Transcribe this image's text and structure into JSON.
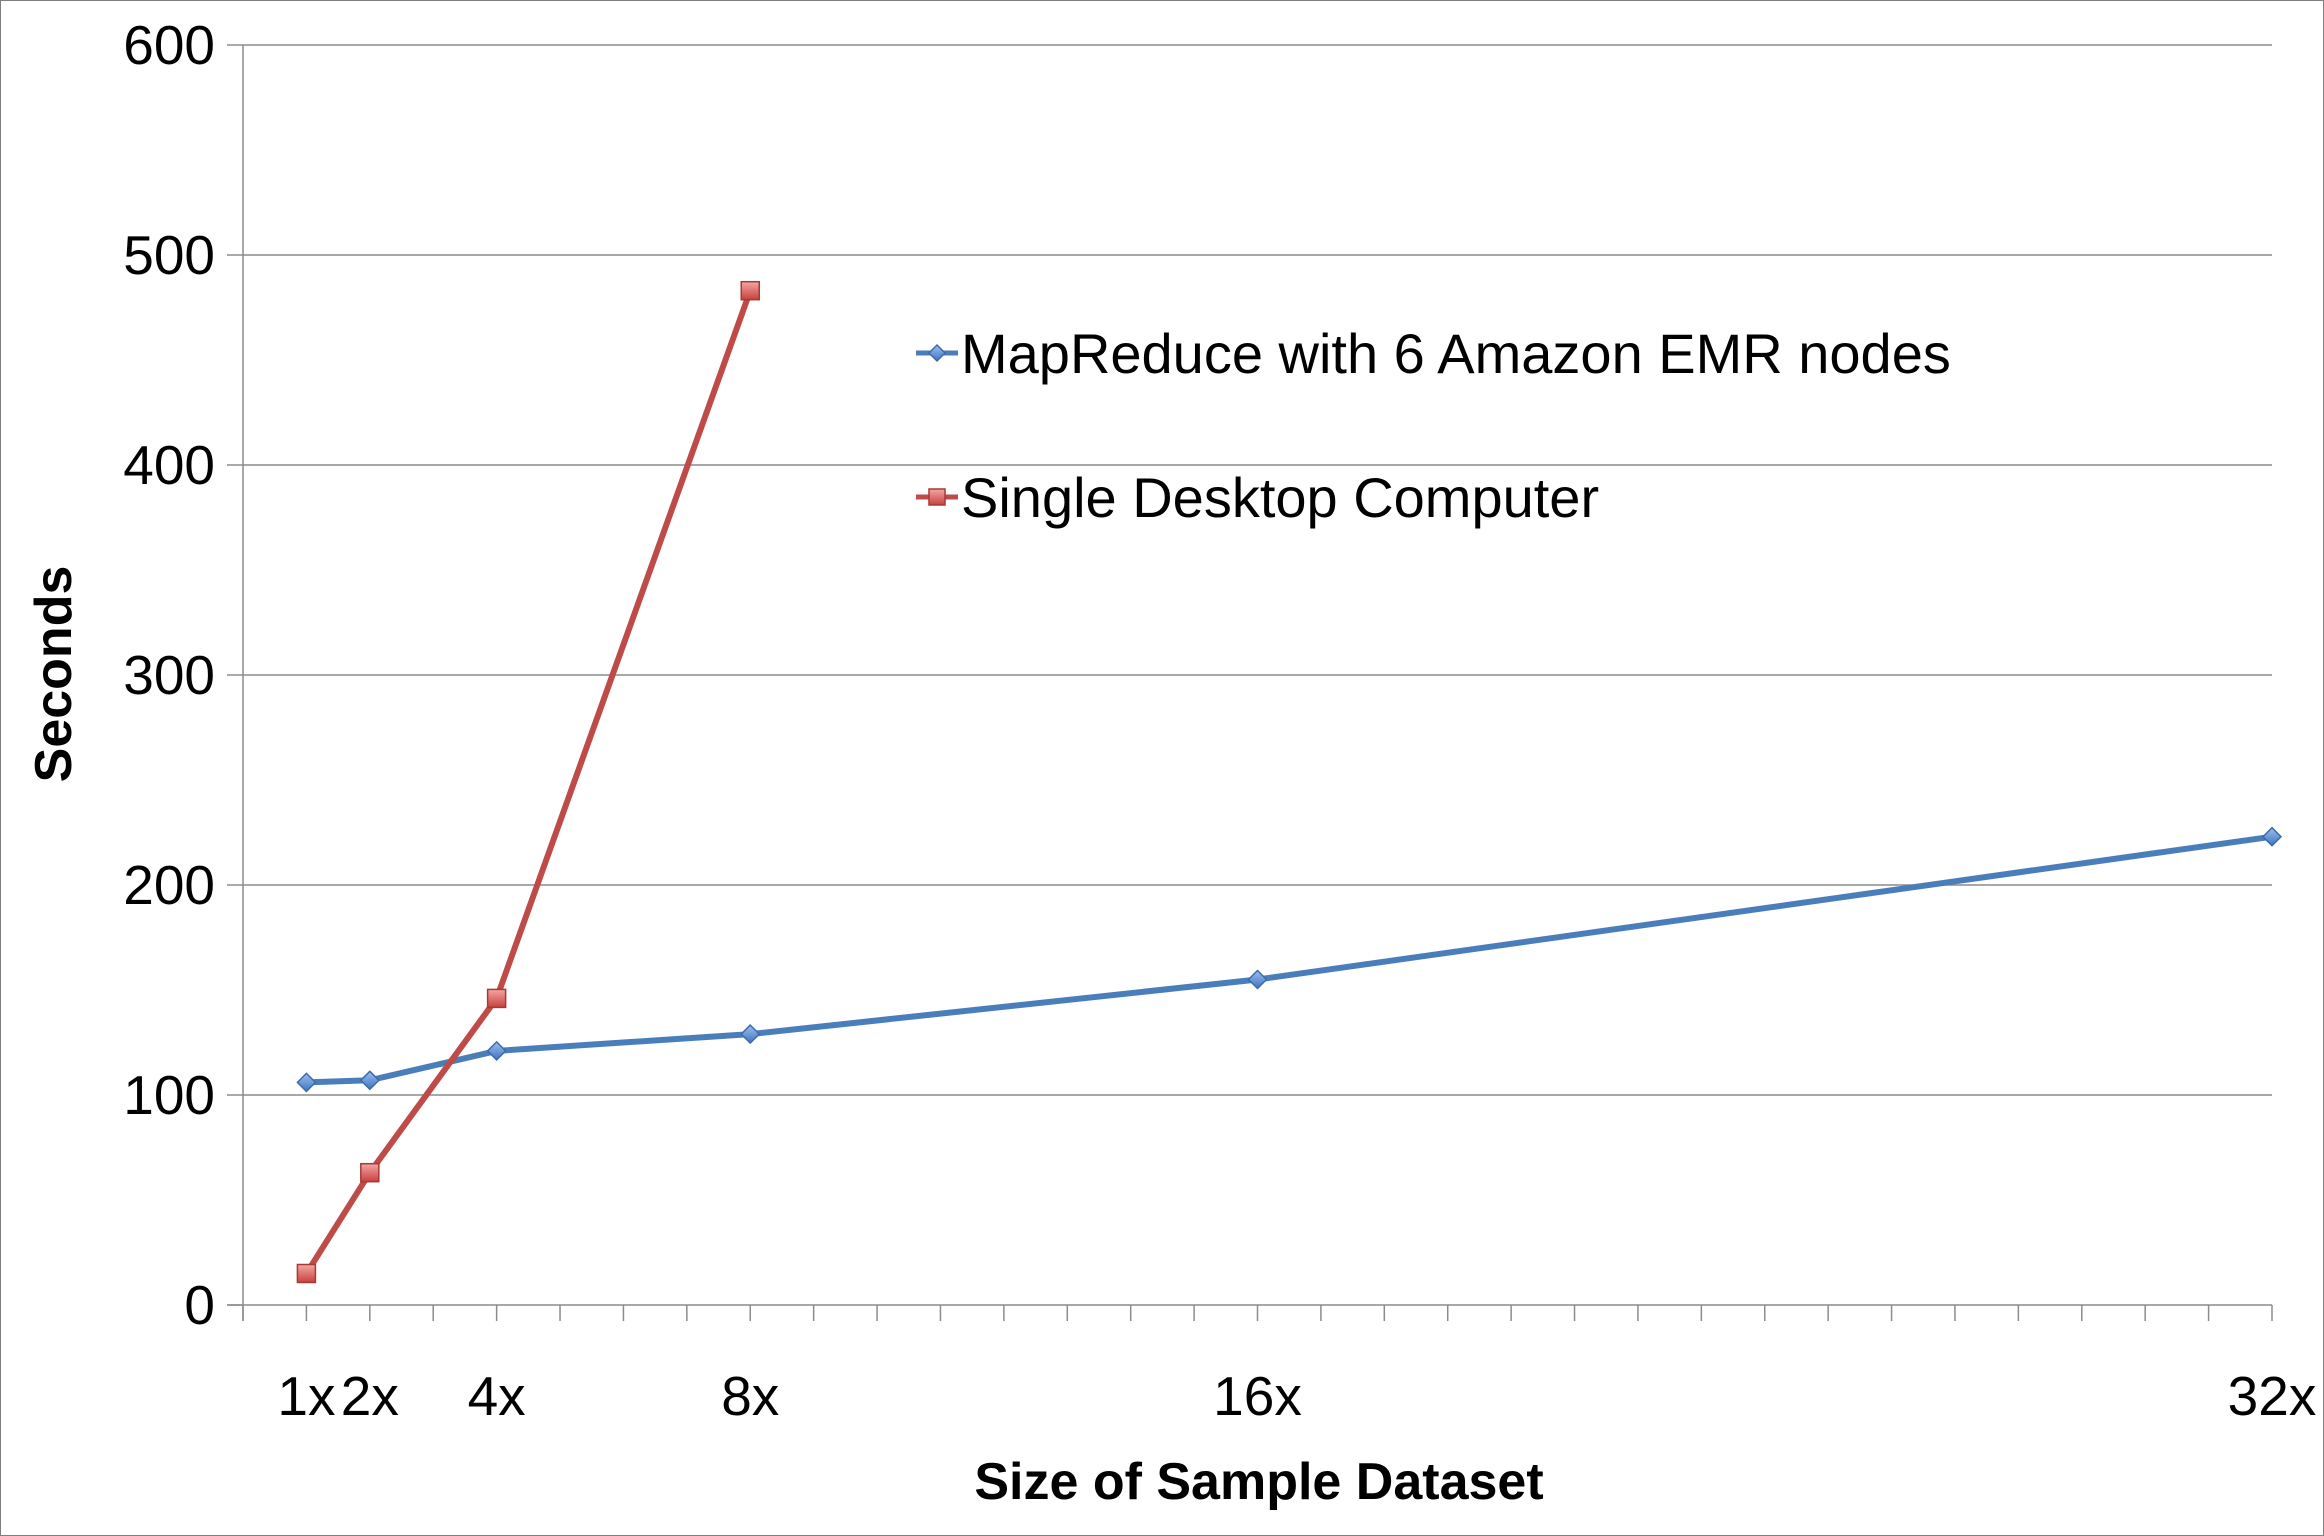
{
  "chart_data": {
    "type": "line",
    "title": "",
    "xlabel": "Size of Sample Dataset",
    "ylabel": "Seconds",
    "xlim": [
      0,
      32
    ],
    "ylim": [
      0,
      600
    ],
    "y_ticks": [
      0,
      100,
      200,
      300,
      400,
      500,
      600
    ],
    "x_tick_labels": [
      {
        "x": 1,
        "label": "1x"
      },
      {
        "x": 2,
        "label": "2x"
      },
      {
        "x": 4,
        "label": "4x"
      },
      {
        "x": 8,
        "label": "8x"
      },
      {
        "x": 16,
        "label": "16x"
      },
      {
        "x": 32,
        "label": "32x"
      }
    ],
    "grid": true,
    "legend_position": "top-center",
    "series": [
      {
        "name": "MapReduce with 6 Amazon EMR nodes",
        "color": "#4a7ebb",
        "marker": "diamond",
        "x": [
          1,
          2,
          4,
          8,
          16,
          32
        ],
        "values": [
          106,
          107,
          121,
          129,
          155,
          223
        ]
      },
      {
        "name": "Single Desktop Computer",
        "color": "#be4b48",
        "marker": "square",
        "x": [
          1,
          2,
          4,
          8
        ],
        "values": [
          15,
          63,
          146,
          483
        ]
      }
    ]
  }
}
